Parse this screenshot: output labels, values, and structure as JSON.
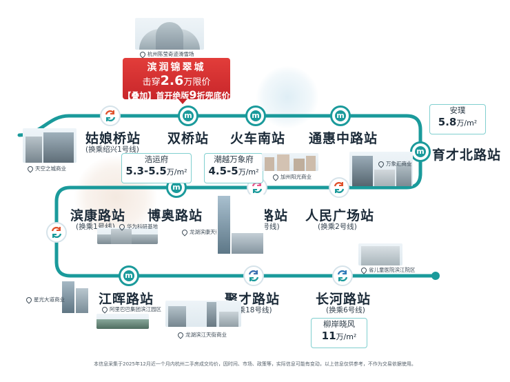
{
  "promo": {
    "title": "滨润锦翠城",
    "line2_prefix": "击穿",
    "line2_value": "2.6",
    "line2_suffix": "万限价",
    "line3_prefix": "【叠加】首开绝版",
    "line3_value": "9",
    "line3_suffix": "折兜底价"
  },
  "landmark_top": "杭州陈莹奇迹滑雪场",
  "stations": [
    {
      "name": "姑娘桥站",
      "transfer": "(换乘绍兴1号线)"
    },
    {
      "name": "双桥站",
      "transfer": ""
    },
    {
      "name": "火车南站",
      "transfer": ""
    },
    {
      "name": "通惠中路站",
      "transfer": ""
    },
    {
      "name": "育才北路站",
      "transfer": ""
    },
    {
      "name": "滨康路站",
      "transfer": "(换乘1号线)"
    },
    {
      "name": "博奥路站",
      "transfer": ""
    },
    {
      "name": "金鸡路站",
      "transfer": "(换乘15号线)"
    },
    {
      "name": "人民广场站",
      "transfer": "(换乘2号线)"
    },
    {
      "name": "江晖路站",
      "transfer": ""
    },
    {
      "name": "聚才路站",
      "transfer": "(换乘18号线)"
    },
    {
      "name": "长河路站",
      "transfer": "(换乘6号线)"
    }
  ],
  "prices": [
    {
      "name": "安璞",
      "value": "5.8",
      "unit": "万/m²"
    },
    {
      "name": "浩运府",
      "value": "5.3-5.5",
      "unit": "万/m²"
    },
    {
      "name": "潮越万象府",
      "value": "4.5-5",
      "unit": "万/m²"
    },
    {
      "name": "柳岸晓风",
      "value": "11",
      "unit": "万/m²"
    }
  ],
  "captions": {
    "tiandu": "天空之城商业",
    "jiazhou": "加州阳光商业",
    "wanxiang": "万象汇商业",
    "huawei": "华为科研基地",
    "longhu": "龙湖滨康天街",
    "children": "省儿童医院滨江院区",
    "xingguang": "星光大道商业",
    "alibaba": "阿里巴巴集团滨江园区",
    "jiangtian": "龙湖滨江天街商业"
  },
  "disclaimer": "本信息采集于2025年12月近一个月内杭州二手房成交均价，因时间、市场、政策等，实际信息可能有变动，以上信息仅供参考，不作为交易依据使用。",
  "colors": {
    "line": "#1a9a9b",
    "promo": "#d42f2f",
    "transfer": "#e0502a"
  }
}
